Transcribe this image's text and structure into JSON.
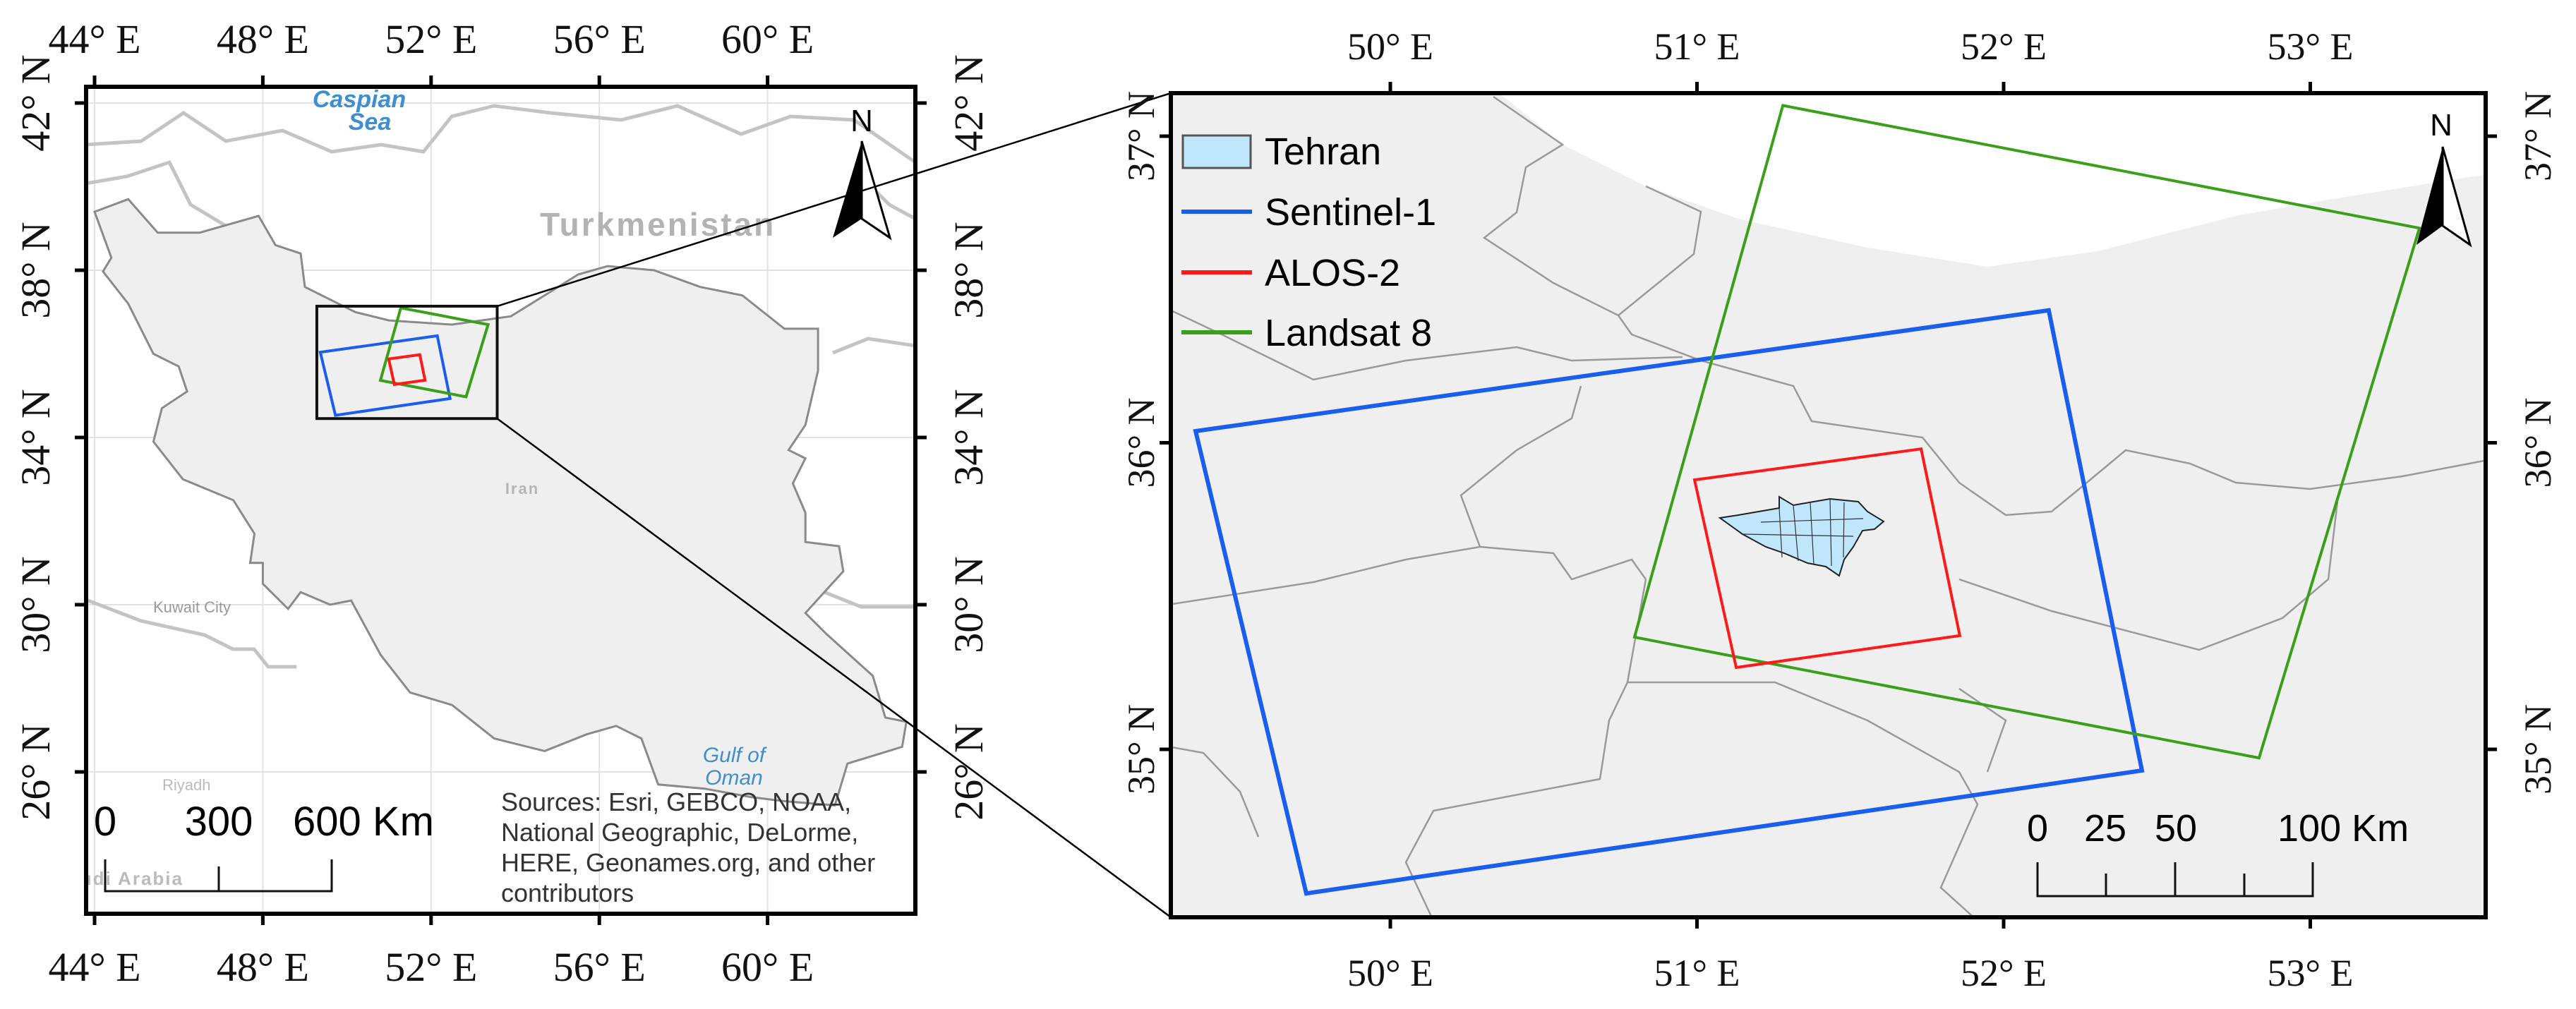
{
  "overview_map": {
    "lon_tick_values": [
      44,
      48,
      52,
      56,
      60
    ],
    "lon_tick_labels": [
      "44° E",
      "48° E",
      "52° E",
      "56° E",
      "60° E"
    ],
    "lat_tick_values": [
      42,
      38,
      34,
      30,
      26
    ],
    "lat_tick_labels": [
      "42° N",
      "38° N",
      "34° N",
      "30° N",
      "26° N"
    ],
    "place_labels": {
      "caspian_1": "Caspian",
      "caspian_2": "Sea",
      "turkmenistan": "Turkmenistan",
      "iran": "Iran",
      "kuwait_city": "Kuwait City",
      "riyadh": "Riyadh",
      "saudi_arabia": "Saudi Arabia",
      "gulf_1": "Gulf of",
      "gulf_2": "Oman"
    },
    "north_label": "N",
    "scale_bar": {
      "labels": [
        "0",
        "300",
        "600 Km"
      ]
    },
    "attribution": [
      "Sources: Esri, GEBCO, NOAA,",
      "National Geographic, DeLorme,",
      "HERE, Geonames.org, and other",
      "contributors"
    ],
    "iran_outline": [
      [
        44.0,
        39.4
      ],
      [
        44.8,
        39.7
      ],
      [
        45.5,
        38.9
      ],
      [
        46.5,
        38.9
      ],
      [
        47.9,
        39.3
      ],
      [
        48.3,
        38.6
      ],
      [
        48.9,
        38.4
      ],
      [
        49.0,
        37.6
      ],
      [
        50.2,
        37.0
      ],
      [
        51.0,
        36.8
      ],
      [
        52.5,
        36.7
      ],
      [
        53.9,
        36.9
      ],
      [
        54.7,
        37.4
      ],
      [
        55.5,
        37.9
      ],
      [
        56.2,
        38.1
      ],
      [
        57.3,
        38.0
      ],
      [
        58.4,
        37.6
      ],
      [
        59.4,
        37.4
      ],
      [
        60.4,
        36.6
      ],
      [
        61.2,
        36.6
      ],
      [
        61.2,
        35.6
      ],
      [
        60.9,
        34.3
      ],
      [
        60.5,
        33.7
      ],
      [
        60.9,
        33.5
      ],
      [
        60.6,
        32.9
      ],
      [
        60.9,
        32.2
      ],
      [
        60.9,
        31.5
      ],
      [
        61.7,
        31.4
      ],
      [
        61.8,
        30.8
      ],
      [
        60.9,
        29.8
      ],
      [
        61.4,
        29.3
      ],
      [
        62.5,
        28.3
      ],
      [
        62.8,
        27.3
      ],
      [
        63.3,
        27.2
      ],
      [
        63.2,
        26.6
      ],
      [
        61.9,
        26.2
      ],
      [
        61.6,
        25.2
      ],
      [
        60.4,
        25.3
      ],
      [
        59.6,
        25.4
      ],
      [
        58.5,
        25.6
      ],
      [
        57.4,
        25.7
      ],
      [
        57.0,
        26.8
      ],
      [
        56.4,
        27.1
      ],
      [
        55.7,
        26.9
      ],
      [
        54.7,
        26.5
      ],
      [
        53.5,
        26.8
      ],
      [
        52.5,
        27.6
      ],
      [
        51.5,
        27.9
      ],
      [
        50.8,
        28.8
      ],
      [
        50.1,
        30.1
      ],
      [
        49.6,
        30.0
      ],
      [
        48.9,
        30.3
      ],
      [
        48.6,
        29.9
      ],
      [
        48.0,
        30.5
      ],
      [
        48.0,
        31.0
      ],
      [
        47.7,
        31.0
      ],
      [
        47.8,
        31.7
      ],
      [
        47.3,
        32.5
      ],
      [
        46.1,
        33.0
      ],
      [
        45.4,
        33.9
      ],
      [
        45.6,
        34.7
      ],
      [
        46.2,
        35.1
      ],
      [
        46.0,
        35.7
      ],
      [
        45.4,
        36.0
      ],
      [
        44.8,
        37.2
      ],
      [
        44.2,
        37.97
      ],
      [
        44.4,
        38.3
      ]
    ]
  },
  "detail_map": {
    "lon_tick_values": [
      50,
      51,
      52,
      53
    ],
    "lon_tick_labels": [
      "50° E",
      "51° E",
      "52° E",
      "53° E"
    ],
    "lat_tick_values": [
      37,
      36,
      35
    ],
    "lat_tick_labels": [
      "37° N",
      "36° N",
      "35° N"
    ],
    "north_label": "N",
    "scale_bar": {
      "labels": [
        "0",
        "25",
        "50",
        "100 Km"
      ]
    },
    "legend": [
      {
        "label": "Tehran",
        "type": "fill",
        "color": "#bfe6fb"
      },
      {
        "label": "Sentinel-1",
        "type": "line",
        "color": "#1a5ef0"
      },
      {
        "label": "ALOS-2",
        "type": "line",
        "color": "#ff1a1a"
      },
      {
        "label": "Landsat 8",
        "type": "line",
        "color": "#3aa01a"
      }
    ]
  },
  "footprints": [
    {
      "name": "Sentinel-1",
      "color": "#1a5ef0",
      "corners": [
        [
          49.365,
          36.038
        ],
        [
          52.147,
          36.432
        ],
        [
          52.451,
          34.931
        ],
        [
          49.726,
          34.53
        ]
      ]
    },
    {
      "name": "Landsat 8",
      "color": "#3aa01a",
      "corners": [
        [
          51.28,
          37.1
        ],
        [
          53.356,
          36.7
        ],
        [
          52.833,
          34.972
        ],
        [
          50.796,
          35.366
        ]
      ]
    },
    {
      "name": "ALOS-2",
      "color": "#ff1a1a",
      "corners": [
        [
          50.992,
          35.879
        ],
        [
          51.731,
          35.98
        ],
        [
          51.857,
          35.371
        ],
        [
          51.128,
          35.267
        ]
      ]
    }
  ]
}
